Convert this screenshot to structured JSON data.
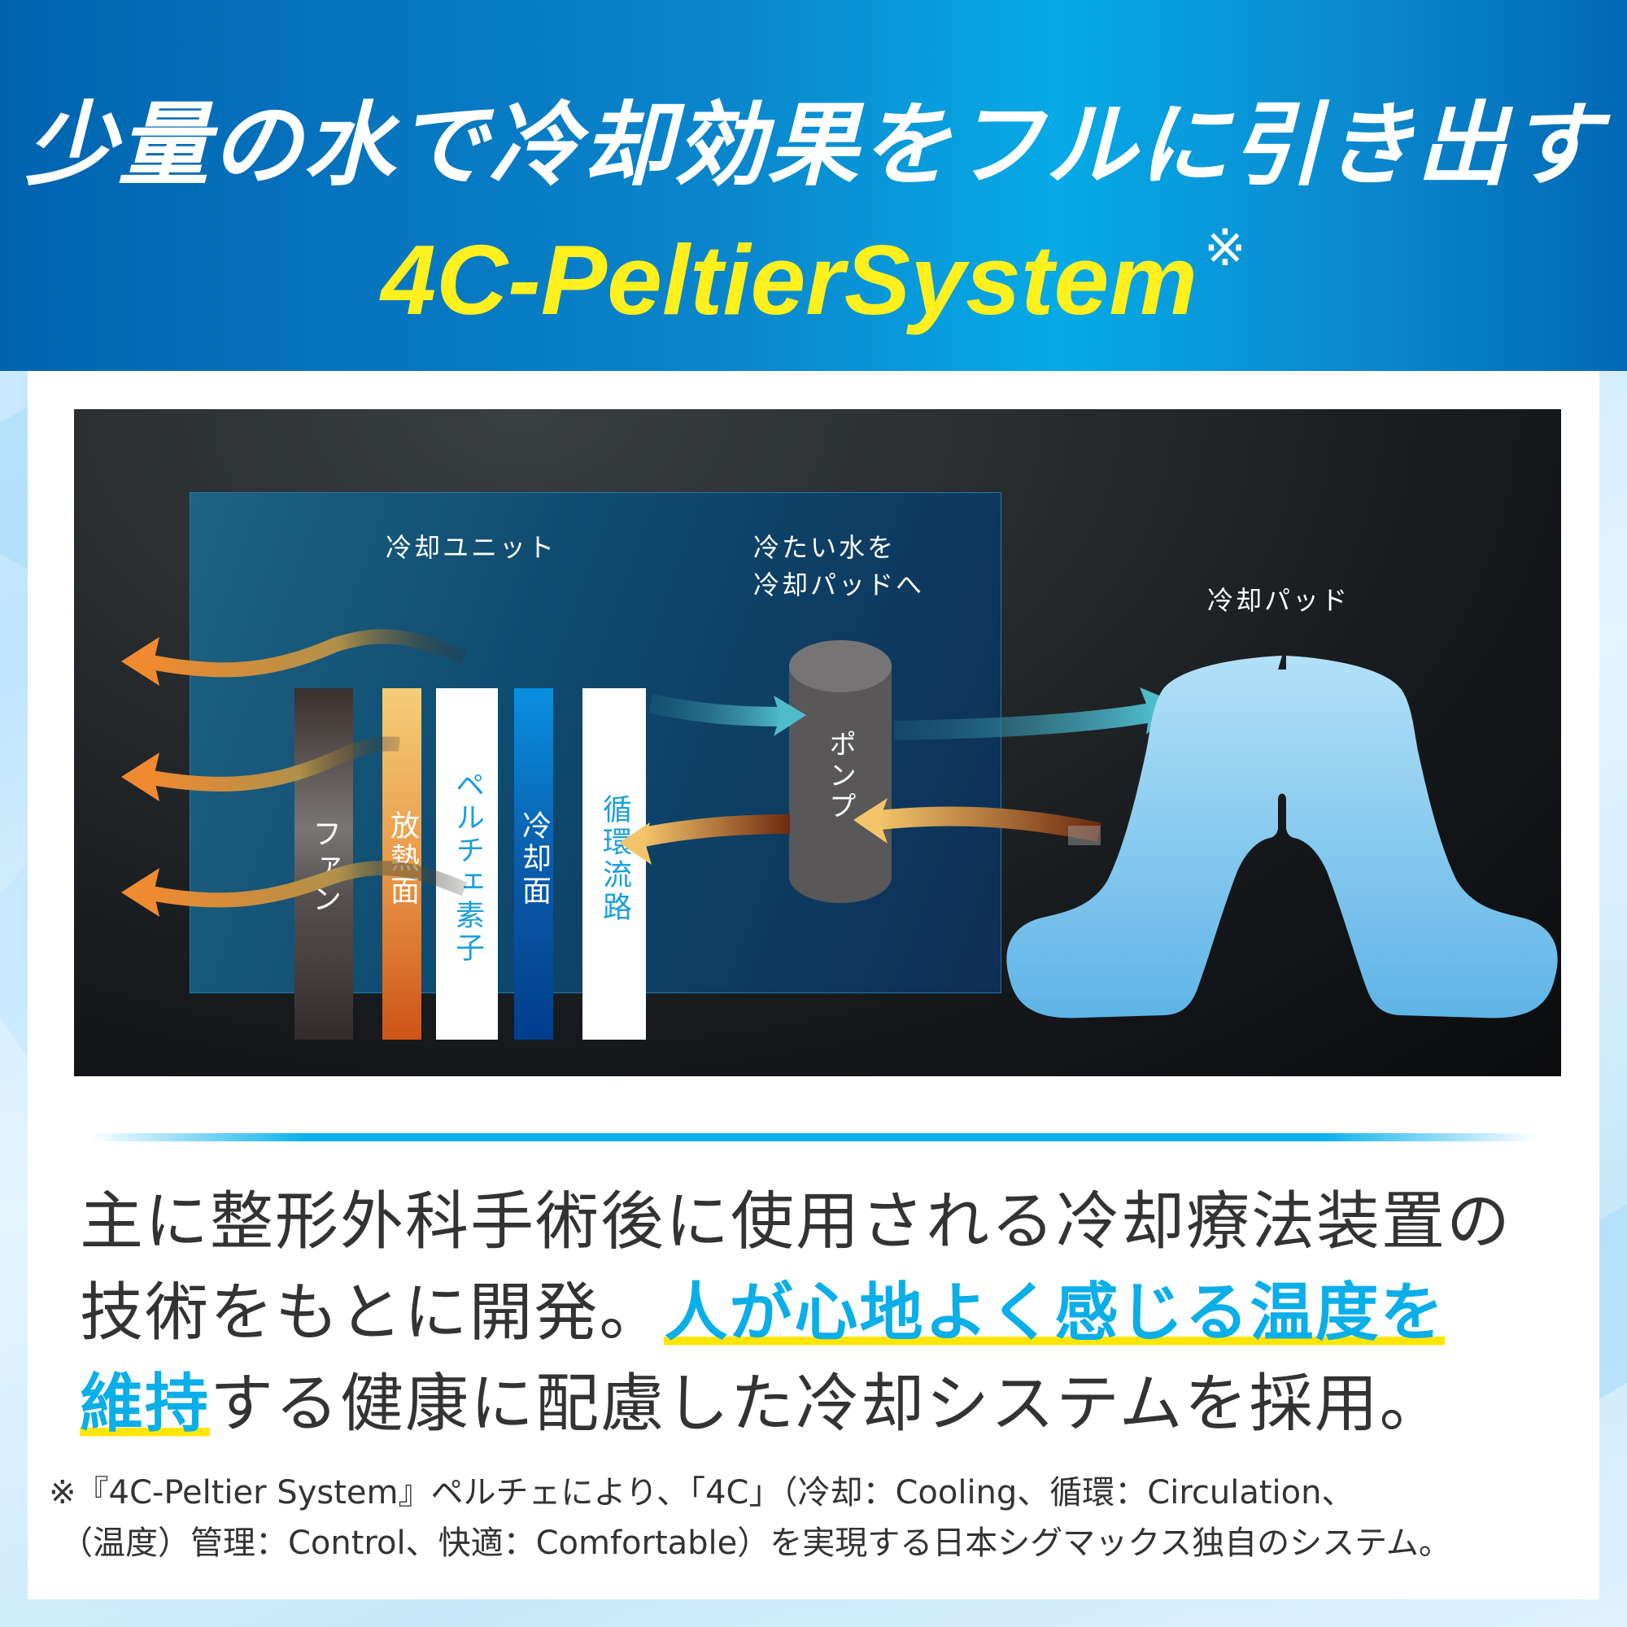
{
  "header": {
    "headline": "少量の水で冷却効果をフルに引き出す",
    "system_name": "4C-PeltierSystem",
    "system_mark": "※",
    "colors": {
      "headline": "#ffffff",
      "system_name": "#fff01e",
      "background": "#0a86cc"
    }
  },
  "diagram": {
    "unit_label": "冷却ユニット",
    "flow_label_line1": "冷たい水を",
    "flow_label_line2": "冷却パッドへ",
    "pad_label": "冷却パッド",
    "components": [
      {
        "label": "ファン",
        "color": "#3b3230",
        "text_color": "#ffffff"
      },
      {
        "label": "放熱面",
        "color": "#e88a3a",
        "text_color": "#ffffff"
      },
      {
        "label": "ペルチェ素子",
        "color": "#ffffff",
        "text_color": "#1a9fe0"
      },
      {
        "label": "冷却面",
        "color": "#0a6ec0",
        "text_color": "#ffffff"
      },
      {
        "label": "循環流路",
        "color": "#ffffff",
        "text_color": "#1a9fe0"
      }
    ],
    "pump_label": "ポンプ",
    "arrows": {
      "heat_exhaust_color": "#f08a30",
      "cold_flow_color": "#4fbccc",
      "warm_return_color": "#f3c469"
    }
  },
  "body": {
    "line1": "主に整形外科手術後に使用される冷却療法装置の",
    "line2_plain": "技術をもとに開発。",
    "line2_highlight": "人が心地よく感じる温度を",
    "line3_highlight": "維持",
    "line3_plain": "する健康に配慮した冷却システムを採用。",
    "highlight_color": "#0aaee8",
    "underline_color": "#ffe600"
  },
  "footnote": {
    "line1": "※『4C-Peltier System』ペルチェにより、「4C」（冷却：Cooling、循環：Circulation、",
    "line2": "（温度）管理：Control、快適：Comfortable）を実現する日本シグマックス独自のシステム。"
  }
}
